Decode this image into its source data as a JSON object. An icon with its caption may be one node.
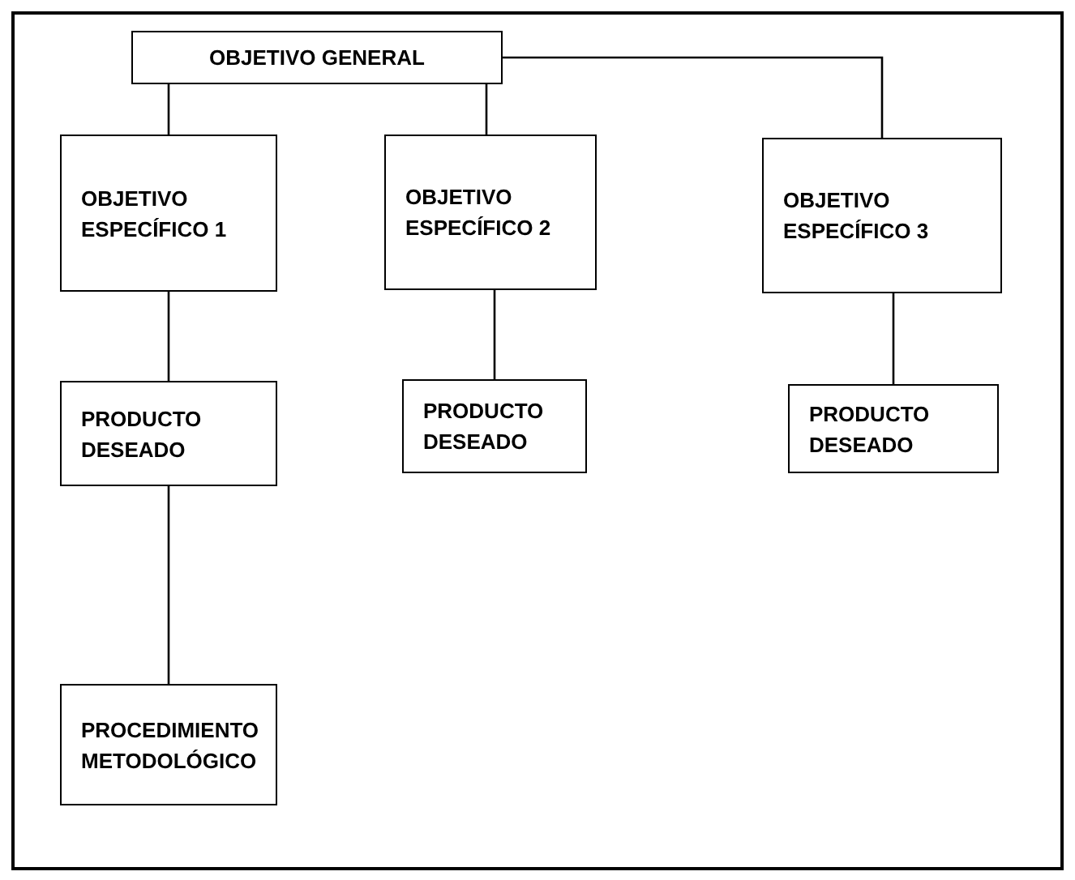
{
  "diagram": {
    "nodes": [
      {
        "text": [
          "OBJETIVO GENERAL"
        ]
      },
      {
        "text": [
          "OBJETIVO ESPECÍFICO 1"
        ]
      },
      {
        "text": [
          "OBJETIVO ESPECÍFICO 2"
        ]
      },
      {
        "text": [
          "OBJETIVO ESPECÍFICO 3"
        ]
      },
      {
        "text": [
          "PRODUCTO DESEADO"
        ]
      },
      {
        "text": [
          "PRODUCTO DESEADO"
        ]
      },
      {
        "text": [
          "PRODUCTO DESEADO"
        ]
      },
      {
        "text": [
          "PROCEDIMIENTO METODOLÓGICO"
        ]
      }
    ],
    "edges": [
      {
        "from": 0,
        "to": 1,
        "arrow": "none"
      },
      {
        "from": 0,
        "to": 2,
        "arrow": "none"
      },
      {
        "from": 0,
        "to": 3,
        "arrow": "none"
      },
      {
        "from": 1,
        "to": 4,
        "arrow": "none"
      },
      {
        "from": 2,
        "to": 5,
        "arrow": "none"
      },
      {
        "from": 3,
        "to": 6,
        "arrow": "none"
      },
      {
        "from": 4,
        "to": 7,
        "arrow": "none"
      }
    ]
  }
}
